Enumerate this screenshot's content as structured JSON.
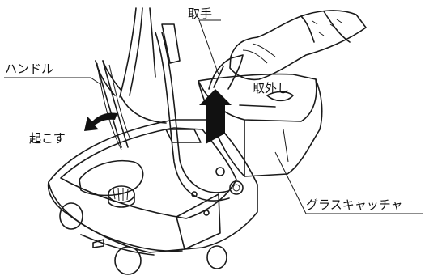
{
  "labels": {
    "handle_grip": "取手",
    "handle": "ハンドル",
    "remove": "取外し",
    "raise": "起こす",
    "grass_catcher": "グラスキャッチャ"
  },
  "colors": {
    "line": "#1a1a1a",
    "arrow_fill": "#111111",
    "background": "#ffffff"
  },
  "icons": {
    "remove_arrow": "bold-up-arrow",
    "raise_arrow": "curved-left-arrow"
  }
}
